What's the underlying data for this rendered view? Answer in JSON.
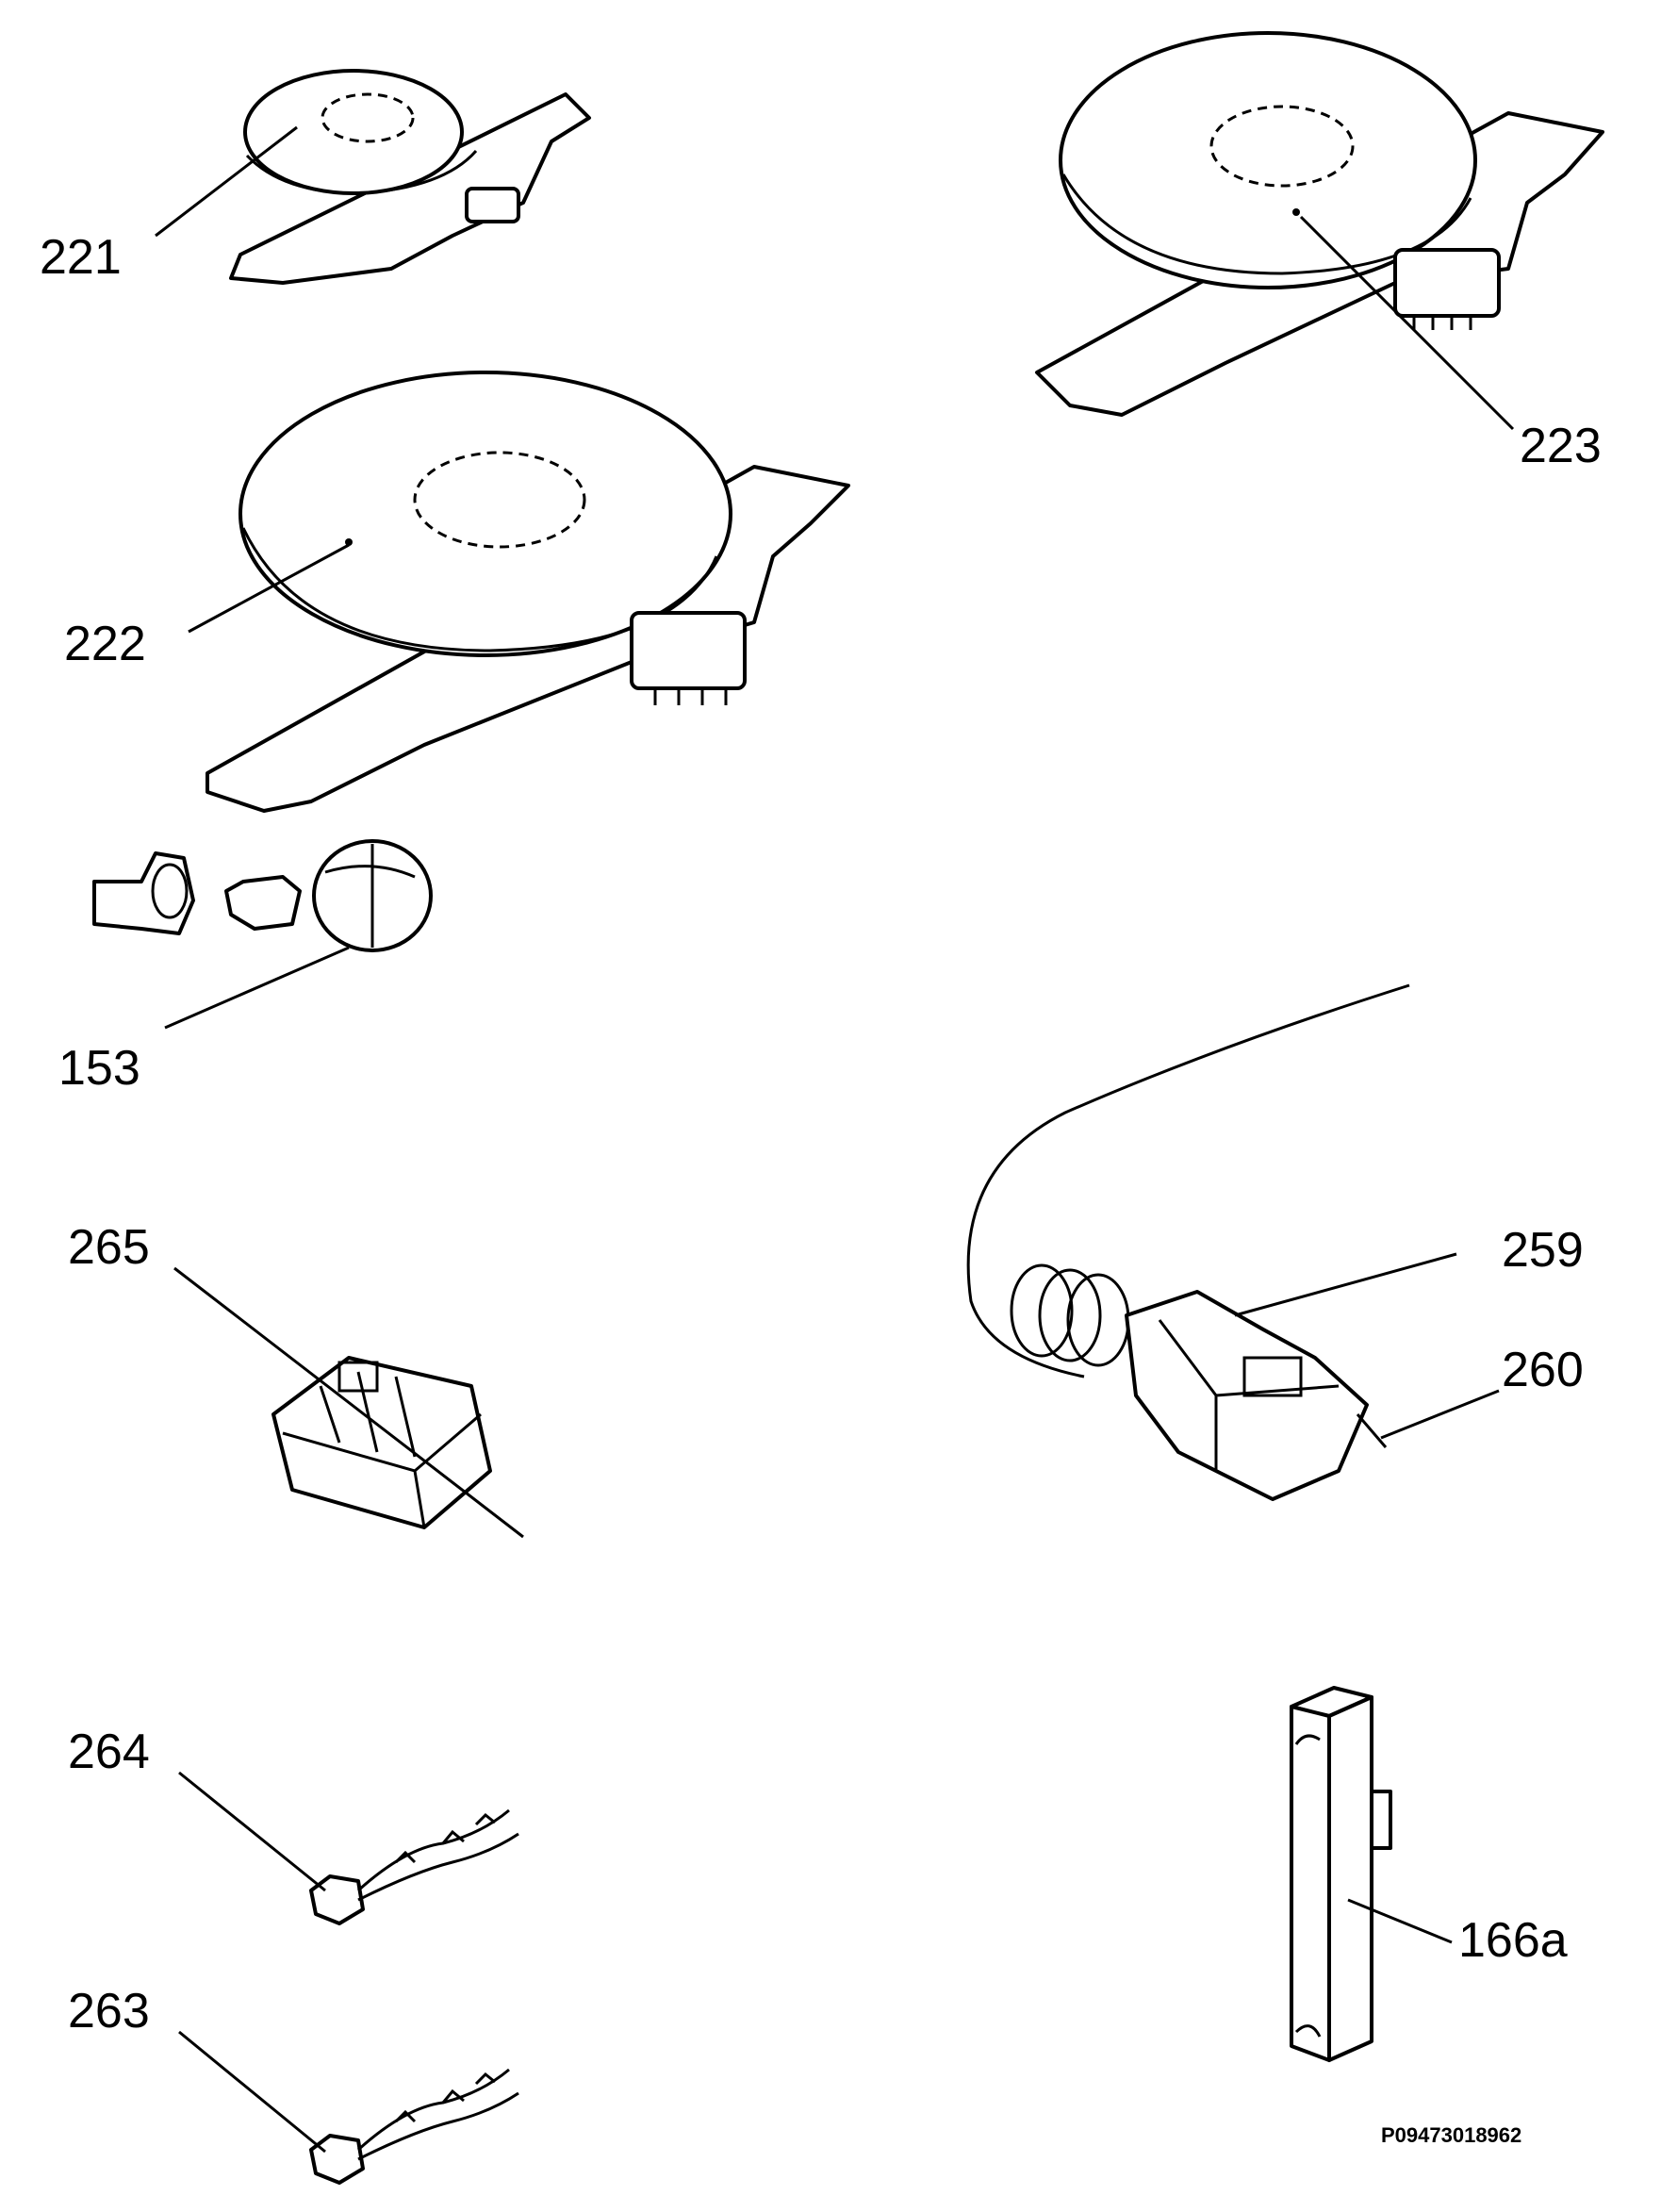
{
  "labels": {
    "p221": "221",
    "p222": "222",
    "p223": "223",
    "p153": "153",
    "p265": "265",
    "p259": "259",
    "p260": "260",
    "p264": "264",
    "p263": "263",
    "p166a": "166a"
  },
  "drawing_code": "P09473018962"
}
